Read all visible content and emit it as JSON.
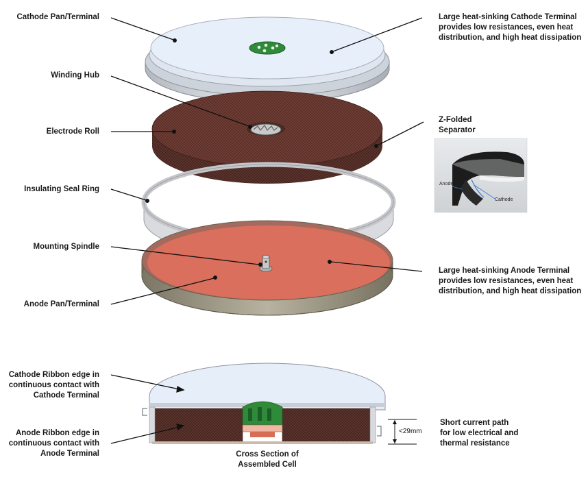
{
  "labels": {
    "cathode_pan": "Cathode Pan/Terminal",
    "winding_hub": "Winding Hub",
    "electrode_roll": "Electrode Roll",
    "insulating_seal_ring": "Insulating Seal Ring",
    "mounting_spindle": "Mounting Spindle",
    "anode_pan": "Anode Pan/Terminal",
    "cathode_terminal_note": "Large heat-sinking Cathode Terminal\nprovides low resistances, even heat\ndistribution, and high heat dissipation",
    "z_folded_separator": "Z-Folded\nSeparator",
    "anode_terminal_note": "Large heat-sinking Anode Terminal\nprovides low resistances, even heat\ndistribution, and high heat dissipation",
    "cathode_ribbon_edge": "Cathode Ribbon edge in\ncontinuous contact with\nCathode Terminal",
    "anode_ribbon_edge": "Anode Ribbon edge in\ncontinuous contact with\nAnode Terminal",
    "cross_section": "Cross Section of\nAssembled Cell",
    "short_current_path": "Short current path\nfor low electrical and\nthermal resistance",
    "height_dimension": "<29mm",
    "photo_anode": "Anode",
    "photo_cathode": "Cathode"
  },
  "colors": {
    "cathode_face": "#e6eefa",
    "cathode_rim": "#c9ced6",
    "hub_green": "#2f8a3a",
    "electrode_top": "#6b3b33",
    "electrode_side": "#5a2f29",
    "seal_ring": "#d9dadd",
    "anode_face": "#d9705e",
    "anode_rim": "#8f8a7a"
  }
}
